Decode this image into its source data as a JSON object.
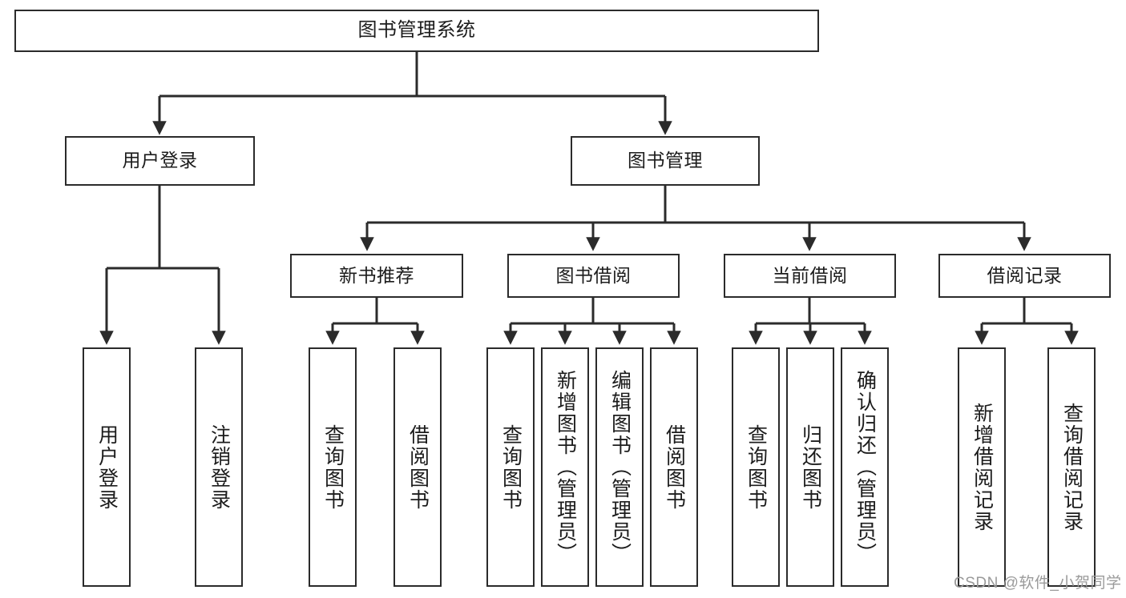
{
  "diagram": {
    "title_node": {
      "label": "图书管理系统"
    },
    "level2": [
      {
        "id": "user-login",
        "label": "用户登录"
      },
      {
        "id": "book-management",
        "label": "图书管理"
      }
    ],
    "level3": [
      {
        "id": "new-book-recommend",
        "label": "新书推荐"
      },
      {
        "id": "book-borrow",
        "label": "图书借阅"
      },
      {
        "id": "current-borrow",
        "label": "当前借阅"
      },
      {
        "id": "borrow-record",
        "label": "借阅记录"
      }
    ],
    "leaves": {
      "user_login": [
        {
          "id": "leaf-user-login",
          "label": "用户登录"
        },
        {
          "id": "leaf-logout-login",
          "label": "注销登录"
        }
      ],
      "new_book_recommend": [
        {
          "id": "leaf-query-book-1",
          "label": "查询图书"
        },
        {
          "id": "leaf-borrow-book-1",
          "label": "借阅图书"
        }
      ],
      "book_borrow": [
        {
          "id": "leaf-query-book-2",
          "label": "查询图书"
        },
        {
          "id": "leaf-add-book",
          "label": "新增图书（管理员）"
        },
        {
          "id": "leaf-edit-book",
          "label": "编辑图书（管理员）"
        },
        {
          "id": "leaf-borrow-book-2",
          "label": "借阅图书"
        }
      ],
      "current_borrow": [
        {
          "id": "leaf-query-book-3",
          "label": "查询图书"
        },
        {
          "id": "leaf-return-book",
          "label": "归还图书"
        },
        {
          "id": "leaf-confirm-return",
          "label": "确认归还（管理员）"
        }
      ],
      "borrow_record": [
        {
          "id": "leaf-add-record",
          "label": "新增借阅记录"
        },
        {
          "id": "leaf-query-record",
          "label": "查询借阅记录"
        }
      ]
    },
    "colors": {
      "stroke": "#2b2b2b",
      "fill": "#ffffff",
      "text": "#1c1c1c",
      "watermark": "#9a9a9a"
    }
  },
  "watermark": {
    "text": "CSDN @软件_小贺同学"
  }
}
